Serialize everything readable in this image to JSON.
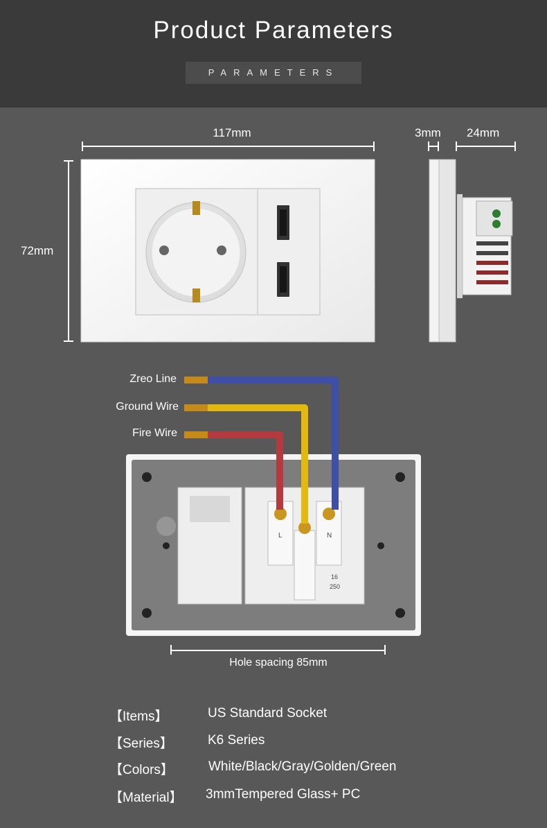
{
  "header": {
    "title": "Product Parameters",
    "subtitle": "PARAMETERS"
  },
  "dimensions": {
    "width": "117mm",
    "height": "72mm",
    "glass_thickness": "3mm",
    "depth": "24mm",
    "hole_spacing": "Hole spacing 85mm"
  },
  "wires": [
    {
      "label": "Zreo Line",
      "color": "#3f4fa8"
    },
    {
      "label": "Ground Wire",
      "color": "#e3b80f"
    },
    {
      "label": "Fire Wire",
      "color": "#b53a3f"
    }
  ],
  "back_markings": {
    "terminal_l": "L",
    "terminal_n": "N",
    "rating_top": "16",
    "rating_bottom": "250"
  },
  "specs": [
    {
      "key": "【Items】",
      "value": "US Standard Socket"
    },
    {
      "key": "【Series】",
      "value": "K6 Series"
    },
    {
      "key": "【Colors】",
      "value": "White/Black/Gray/Golden/Green"
    },
    {
      "key": "【Material】",
      "value": "3mmTempered Glass+ PC"
    }
  ]
}
